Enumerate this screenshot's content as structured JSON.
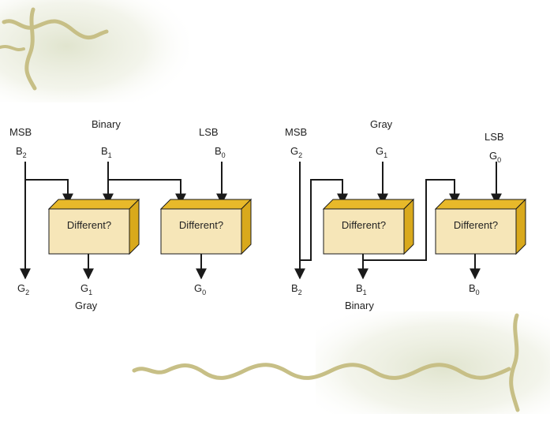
{
  "left": {
    "msb": "MSB",
    "lsb": "LSB",
    "top_title": "Binary",
    "inputs": [
      {
        "letter": "B",
        "sub": "2"
      },
      {
        "letter": "B",
        "sub": "1"
      },
      {
        "letter": "B",
        "sub": "0"
      }
    ],
    "outputs": [
      {
        "letter": "G",
        "sub": "2"
      },
      {
        "letter": "G",
        "sub": "1"
      },
      {
        "letter": "G",
        "sub": "0"
      }
    ],
    "bottom_title": "Gray",
    "boxes": [
      "Different?",
      "Different?"
    ]
  },
  "right": {
    "msb": "MSB",
    "lsb": "LSB",
    "top_title": "Gray",
    "inputs": [
      {
        "letter": "G",
        "sub": "2"
      },
      {
        "letter": "G",
        "sub": "1"
      },
      {
        "letter": "G",
        "sub": "0"
      }
    ],
    "outputs": [
      {
        "letter": "B",
        "sub": "2"
      },
      {
        "letter": "B",
        "sub": "1"
      },
      {
        "letter": "B",
        "sub": "0"
      }
    ],
    "bottom_title": "Binary",
    "boxes": [
      "Different?",
      "Different?"
    ]
  },
  "colors": {
    "box_face": "#f6e6b8",
    "box_side": "#d9a91c",
    "box_top": "#e8b92a",
    "wire": "#1a1a1a",
    "vine": "#c7bf86",
    "wash": "#e6ead8"
  }
}
